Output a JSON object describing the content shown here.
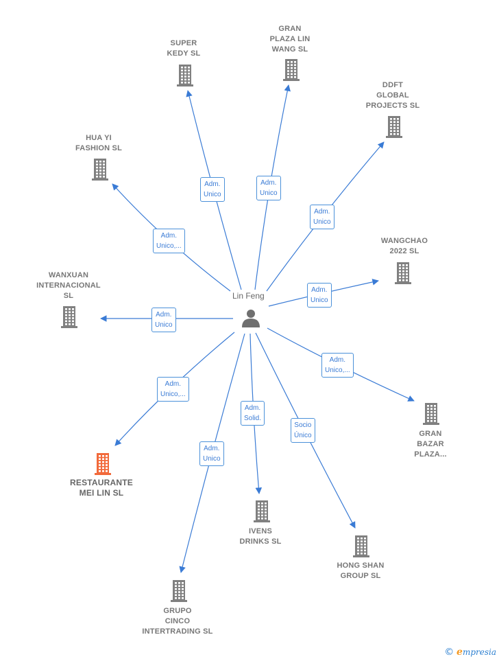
{
  "center": {
    "name": "Lin Feng"
  },
  "companies": [
    {
      "id": "super",
      "lines": [
        "SUPER",
        "KEDY  SL"
      ],
      "highlight": false
    },
    {
      "id": "granplaza",
      "lines": [
        "GRAN",
        "PLAZA LIN",
        "WANG  SL"
      ],
      "highlight": false
    },
    {
      "id": "ddft",
      "lines": [
        "DDFT",
        "GLOBAL",
        "PROJECTS  SL"
      ],
      "highlight": false
    },
    {
      "id": "huayi",
      "lines": [
        "HUA YI",
        "FASHION  SL"
      ],
      "highlight": false
    },
    {
      "id": "wangchao",
      "lines": [
        "WANGCHAO",
        "2022  SL"
      ],
      "highlight": false
    },
    {
      "id": "wanxuan",
      "lines": [
        "WANXUAN",
        "INTERNACIONAL",
        "SL"
      ],
      "highlight": false
    },
    {
      "id": "granbazar",
      "lines": [
        "GRAN",
        "BAZAR",
        "PLAZA..."
      ],
      "highlight": false
    },
    {
      "id": "restaurante",
      "lines": [
        "RESTAURANTE",
        "MEI LIN  SL"
      ],
      "highlight": true
    },
    {
      "id": "ivens",
      "lines": [
        "IVENS",
        "DRINKS  SL"
      ],
      "highlight": false
    },
    {
      "id": "hongshan",
      "lines": [
        "HONG SHAN",
        "GROUP SL"
      ],
      "highlight": false
    },
    {
      "id": "grupo",
      "lines": [
        "GRUPO",
        "CINCO",
        "INTERTRADING SL"
      ],
      "highlight": false
    }
  ],
  "edges": [
    {
      "to": "super",
      "label": [
        "Adm.",
        "Unico"
      ]
    },
    {
      "to": "granplaza",
      "label": [
        "Adm.",
        "Unico"
      ]
    },
    {
      "to": "ddft",
      "label": [
        "Adm.",
        "Unico"
      ]
    },
    {
      "to": "huayi",
      "label": [
        "Adm.",
        "Unico,..."
      ]
    },
    {
      "to": "wangchao",
      "label": [
        "Adm.",
        "Unico"
      ]
    },
    {
      "to": "wanxuan",
      "label": [
        "Adm.",
        "Unico"
      ]
    },
    {
      "to": "granbazar",
      "label": [
        "Adm.",
        "Unico,..."
      ]
    },
    {
      "to": "restaurante",
      "label": [
        "Adm.",
        "Unico,..."
      ]
    },
    {
      "to": "ivens",
      "label": [
        "Adm.",
        "Solid."
      ]
    },
    {
      "to": "hongshan",
      "label": [
        "Socio",
        "Único"
      ]
    },
    {
      "to": "grupo",
      "label": [
        "Adm.",
        "Unico"
      ]
    }
  ],
  "colors": {
    "edge": "#3a7bd5",
    "building": "#808080",
    "highlight": "#f26a3b",
    "person": "#6f6f6f"
  },
  "brand": {
    "copyright": "©",
    "initial": "e",
    "rest": "mpresia"
  }
}
